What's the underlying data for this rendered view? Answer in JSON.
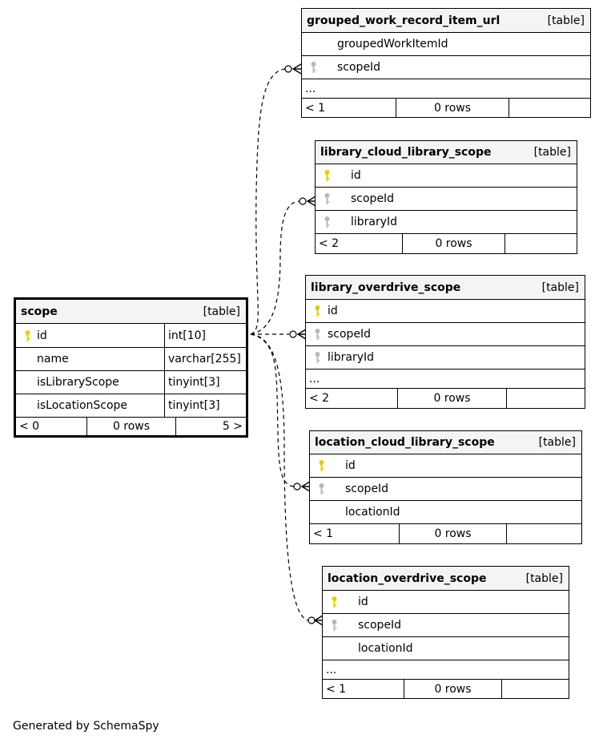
{
  "tables": {
    "grouped_work_record_item_url": {
      "name": "grouped_work_record_item_url",
      "tag": "[table]",
      "columns": [
        "groupedWorkItemId",
        "scopeId"
      ],
      "more": "...",
      "footer": {
        "parents": "< 1",
        "rows": "0 rows",
        "children": ""
      }
    },
    "library_cloud_library_scope": {
      "name": "library_cloud_library_scope",
      "tag": "[table]",
      "columns": [
        "id",
        "scopeId",
        "libraryId"
      ],
      "footer": {
        "parents": "< 2",
        "rows": "0 rows",
        "children": ""
      }
    },
    "scope": {
      "name": "scope",
      "tag": "[table]",
      "columns": [
        {
          "name": "id",
          "type": "int[10]"
        },
        {
          "name": "name",
          "type": "varchar[255]"
        },
        {
          "name": "isLibraryScope",
          "type": "tinyint[3]"
        },
        {
          "name": "isLocationScope",
          "type": "tinyint[3]"
        }
      ],
      "footer": {
        "parents": "< 0",
        "rows": "0 rows",
        "children": "5 >"
      }
    },
    "library_overdrive_scope": {
      "name": "library_overdrive_scope",
      "tag": "[table]",
      "columns": [
        "id",
        "scopeId",
        "libraryId"
      ],
      "more": "...",
      "footer": {
        "parents": "< 2",
        "rows": "0 rows",
        "children": ""
      }
    },
    "location_cloud_library_scope": {
      "name": "location_cloud_library_scope",
      "tag": "[table]",
      "columns": [
        "id",
        "scopeId",
        "locationId"
      ],
      "footer": {
        "parents": "< 1",
        "rows": "0 rows",
        "children": ""
      }
    },
    "location_overdrive_scope": {
      "name": "location_overdrive_scope",
      "tag": "[table]",
      "columns": [
        "id",
        "scopeId",
        "locationId"
      ],
      "more": "...",
      "footer": {
        "parents": "< 1",
        "rows": "0 rows",
        "children": ""
      }
    }
  },
  "key_colors": {
    "primary": "#e0d000",
    "foreign": "#b8b8b8"
  },
  "credit": "Generated by SchemaSpy"
}
